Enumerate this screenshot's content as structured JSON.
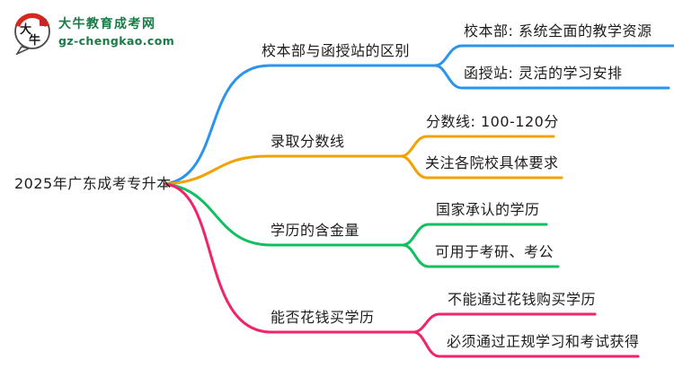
{
  "logo": {
    "icon": "daniu-speech-bubble-icon",
    "icon_char_1": "大",
    "icon_char_2": "牛",
    "title": "大牛教育成考网",
    "subtitle": "gz-chengkao.com",
    "brand_color": "#177C46",
    "accent_red": "#D5281E"
  },
  "mindmap": {
    "root": "2025年广东成考专升本",
    "text_color": "#1d1d1f",
    "branches": [
      {
        "label": "校本部与函授站的区别",
        "color": "#2B95EE",
        "children": [
          "校本部: 系统全面的教学资源",
          "函授站: 灵活的学习安排"
        ]
      },
      {
        "label": "录取分数线",
        "color": "#F2A100",
        "children": [
          "分数线: 100-120分",
          "关注各院校具体要求"
        ]
      },
      {
        "label": "学历的含金量",
        "color": "#10C060",
        "children": [
          "国家承认的学历",
          "可用于考研、考公"
        ]
      },
      {
        "label": "能否花钱买学历",
        "color": "#F2226B",
        "children": [
          "不能通过花钱购买学历",
          "必须通过正规学习和考试获得"
        ]
      }
    ]
  }
}
